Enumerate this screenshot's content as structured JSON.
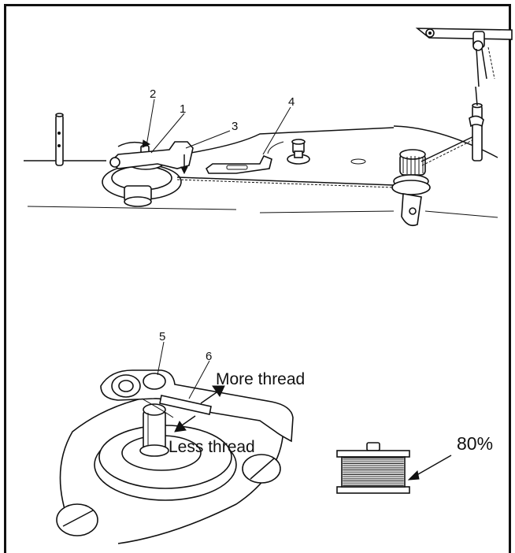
{
  "callouts": {
    "n1": "1",
    "n2": "2",
    "n3": "3",
    "n4": "4",
    "n5": "5",
    "n6": "6"
  },
  "labels": {
    "more_thread": "More thread",
    "less_thread": "Less thread",
    "fill_level": "80%"
  },
  "bobbin_fill": {
    "percent": 80
  }
}
